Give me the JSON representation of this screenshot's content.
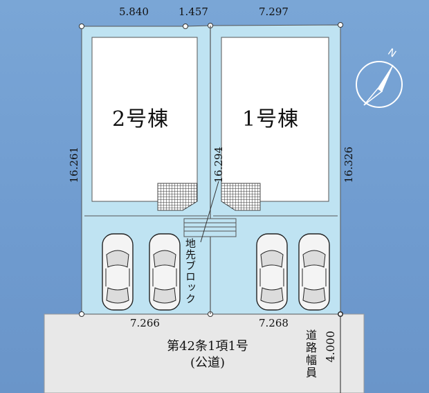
{
  "lots": {
    "lot2": {
      "name": "2号棟"
    },
    "lot1": {
      "name": "1号棟"
    }
  },
  "dimensions": {
    "top_left": "5.840",
    "top_mid": "1.457",
    "top_right": "7.297",
    "left_side": "16.261",
    "middle": "16.294",
    "right_side": "16.326",
    "bottom_left": "7.266",
    "bottom_right": "7.268"
  },
  "wall_label": "地先ブロック",
  "road": {
    "line1": "第42条1項1号",
    "line2": "(公道)",
    "width_label": "道路幅員",
    "width_value": "4.000"
  },
  "compass": {
    "north": "N"
  },
  "colors": {
    "lot_fill": "#bfe3f2",
    "house_fill": "#ffffff",
    "road_fill": "#e8e8e8",
    "background": "#7aa6d6"
  }
}
